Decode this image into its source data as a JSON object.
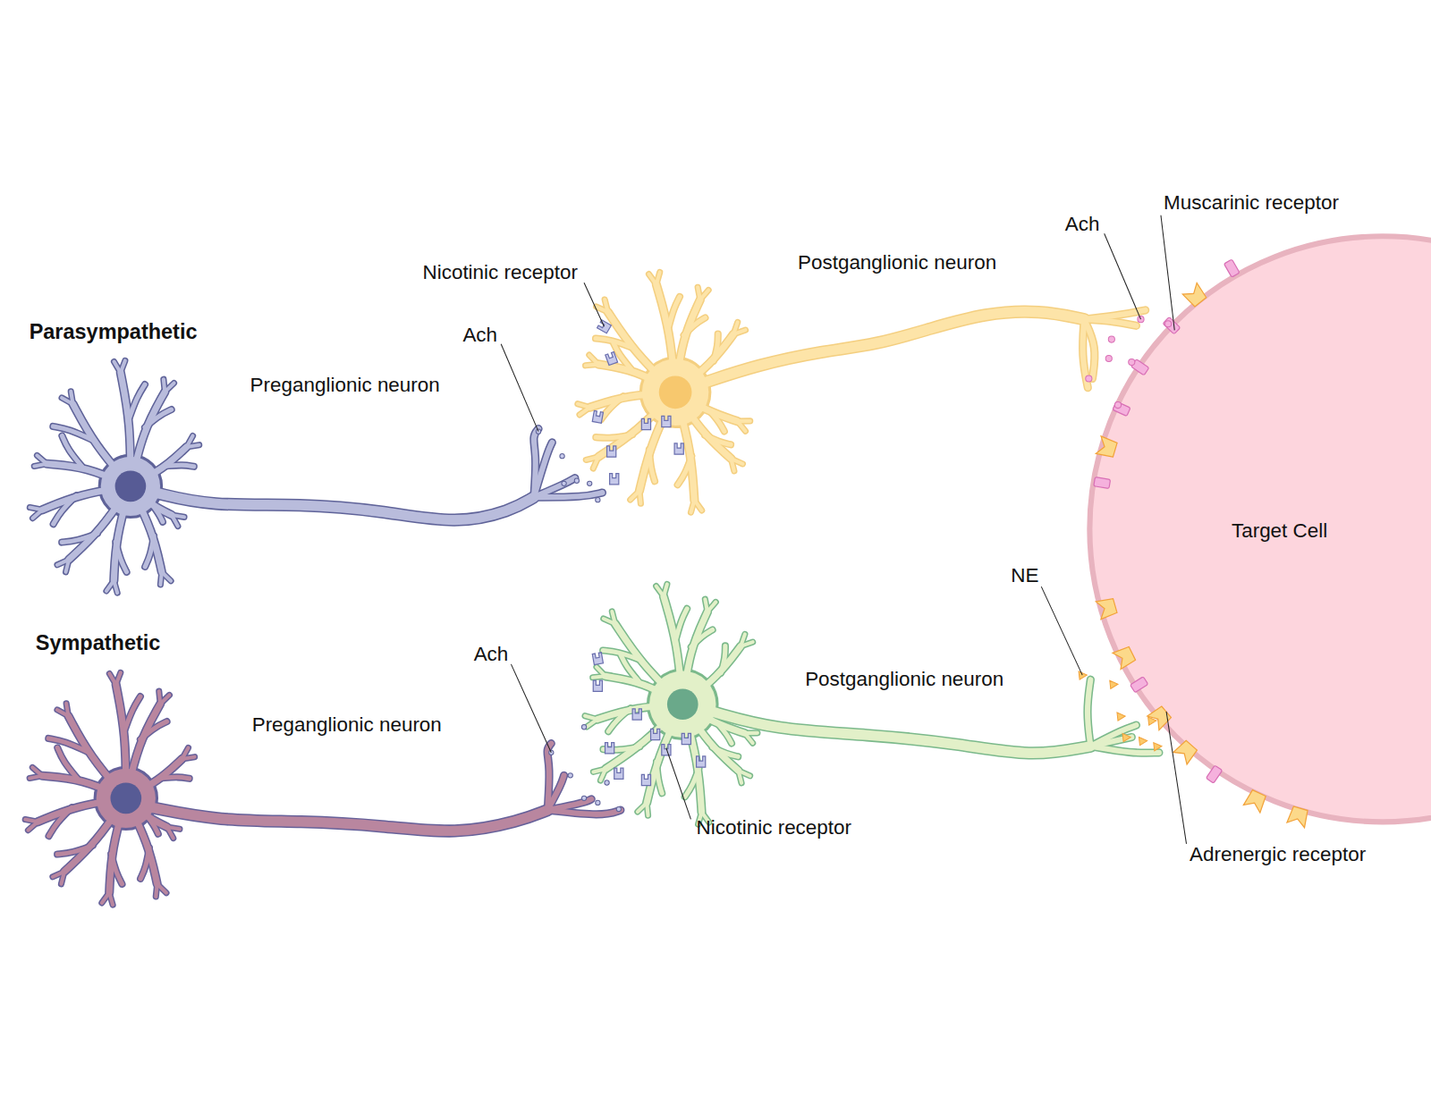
{
  "diagram": {
    "nodes": [
      {
        "text": [
          "Target Cell"
        ]
      }
    ],
    "labels": [
      "Parasympathetic",
      "Preganglionic neuron",
      "Ach",
      "Nicotinic receptor",
      "Postganglionic neuron",
      "Ach",
      "Muscarinic receptor",
      "Sympathetic",
      "Preganglionic neuron",
      "Ach",
      "Nicotinic receptor",
      "Postganglionic neuron",
      "NE",
      "Adrenergic receptor"
    ]
  }
}
